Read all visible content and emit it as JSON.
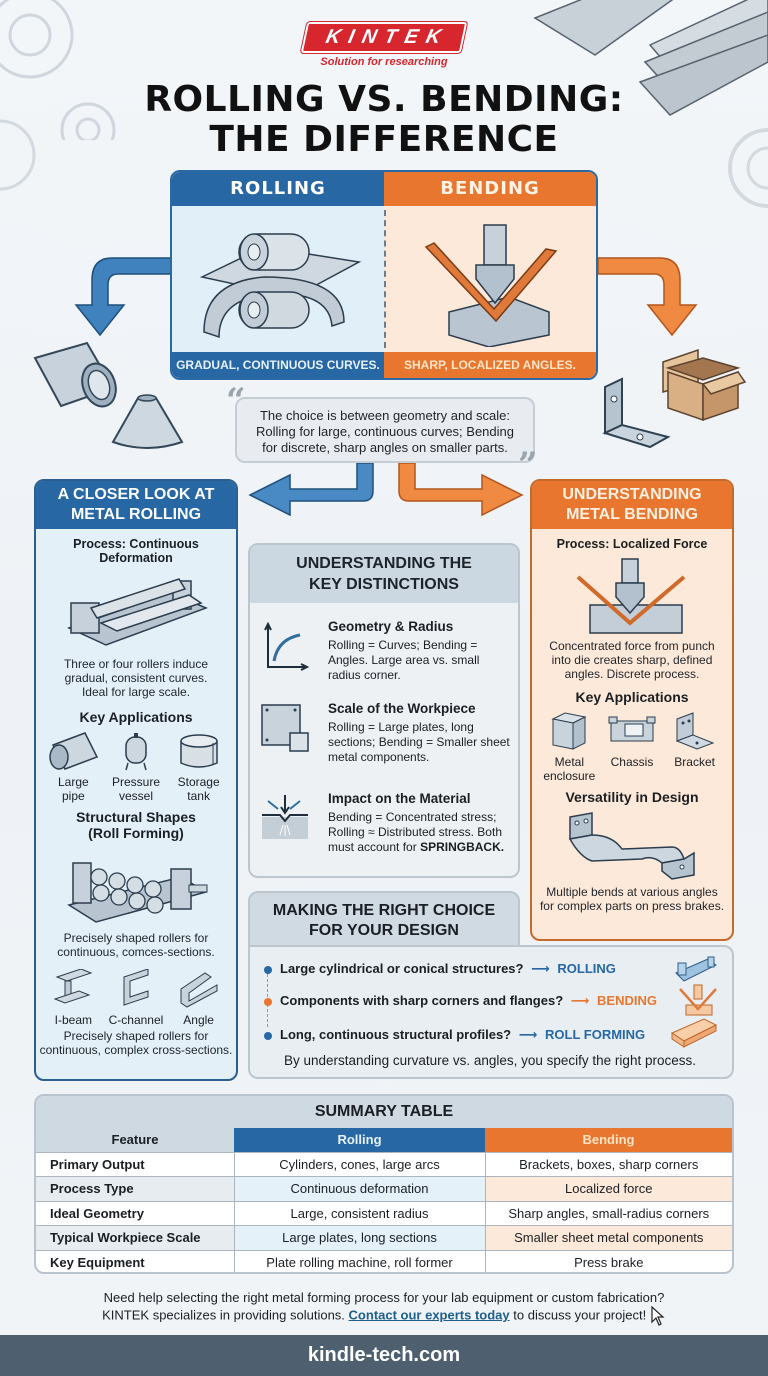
{
  "brand": {
    "logo": "KINTEK",
    "tagline": "Solution for researching",
    "accent_red": "#d7262d"
  },
  "title": {
    "line1": "ROLLING VS. BENDING:",
    "line2": "THE DIFFERENCE"
  },
  "colors": {
    "rolling_blue": "#2667a4",
    "bending_orange": "#e8762e",
    "footer_slate": "#4e6070"
  },
  "compare": {
    "rolling": {
      "label": "ROLLING",
      "caption": "GRADUAL, CONTINUOUS CURVES.",
      "icon": "rolling-rollers-icon"
    },
    "bending": {
      "label": "BENDING",
      "caption": "SHARP, LOCALIZED ANGLES.",
      "icon": "press-brake-punch-icon"
    },
    "rolling_outputs": [
      "pipe-icon",
      "cone-icon"
    ],
    "bending_outputs": [
      "bracket-icon",
      "box-icon"
    ]
  },
  "quote": {
    "open": "“",
    "close": "”",
    "line1": "The choice is between geometry and scale:",
    "line2": "Rolling for large, continuous curves; Bending",
    "line3": "for discrete, sharp angles on smaller parts."
  },
  "rolling_panel": {
    "title_line1": "A CLOSER LOOK AT",
    "title_line2": "METAL ROLLING",
    "process": "Process: Continuous Deformation",
    "process_desc": [
      "Three or four rollers induce",
      "gradual, consistent curves.",
      "Ideal for large scale."
    ],
    "apps_title": "Key Applications",
    "apps": [
      {
        "l1": "Large",
        "l2": "pipe",
        "icon": "pipe-icon"
      },
      {
        "l1": "Pressure",
        "l2": "vessel",
        "icon": "pressure-vessel-icon"
      },
      {
        "l1": "Storage",
        "l2": "tank",
        "icon": "storage-tank-icon"
      }
    ],
    "shapes_title_line1": "Structural Shapes",
    "shapes_title_line2": "(Roll Forming)",
    "shapes_desc": [
      "Precisely shaped rollers for",
      "continuous, comces-sections."
    ],
    "shapes": [
      {
        "label": "I-beam",
        "icon": "i-beam-icon"
      },
      {
        "label": "C-channel",
        "icon": "c-channel-icon"
      },
      {
        "label": "Angle",
        "icon": "angle-icon"
      }
    ],
    "shapes_foot": [
      "Precisely shaped rollers for",
      "continuous, complex cross-sections."
    ]
  },
  "distinctions": {
    "title_line1": "UNDERSTANDING THE",
    "title_line2": "KEY DISTINCTIONS",
    "items": [
      {
        "title": "Geometry & Radius",
        "desc": "Rolling = Curves; Bending = Angles. Large area vs. small radius corner.",
        "icon": "curve-graph-icon"
      },
      {
        "title": "Scale of the Workpiece",
        "desc": "Rolling = Large plates, long sections; Bending = Smaller sheet metal components.",
        "icon": "plate-scale-icon"
      },
      {
        "title": "Impact on the Material",
        "desc": "Bending = Concentrated stress; Rolling ≈ Distributed stress. Both must account for",
        "emph": "SPRINGBACK.",
        "icon": "stress-impact-icon"
      }
    ]
  },
  "bending_panel": {
    "title_line1": "UNDERSTANDING",
    "title_line2": "METAL BENDING",
    "process": "Process: Localized Force",
    "process_desc": [
      "Concentrated force from punch",
      "into die creates sharp, defined",
      "angles. Discrete process."
    ],
    "apps_title": "Key Applications",
    "apps": [
      {
        "l1": "Metal",
        "l2": "enclosure",
        "icon": "enclosure-icon"
      },
      {
        "l1": "Chassis",
        "l2": "",
        "icon": "chassis-icon"
      },
      {
        "l1": "Bracket",
        "l2": "",
        "icon": "bracket-icon"
      }
    ],
    "versatility_title": "Versatility in Design",
    "versatility_desc": [
      "Multiple bends at various angles",
      "for complex parts on press brakes."
    ]
  },
  "choice": {
    "title_line1": "MAKING THE RIGHT CHOICE",
    "title_line2": "FOR YOUR DESIGN",
    "rows": [
      {
        "q": "Large cylindrical or conical structures?",
        "arrow": "⟶",
        "a": "ROLLING",
        "color": "#2667a4"
      },
      {
        "q": "Components with sharp corners and flanges?",
        "arrow": "⟶",
        "a": "BENDING",
        "color": "#e8762e"
      },
      {
        "q": "Long, continuous structural profiles?",
        "arrow": "⟶",
        "a": "ROLL FORMING",
        "color": "#2667a4"
      }
    ],
    "footer": "By understanding curvature vs. angles, you specify the right process."
  },
  "summary": {
    "title": "SUMMARY TABLE",
    "headers": [
      "Feature",
      "Rolling",
      "Bending"
    ],
    "rows": [
      [
        "Primary Output",
        "Cylinders, cones, large arcs",
        "Brackets, boxes, sharp corners"
      ],
      [
        "Process Type",
        "Continuous deformation",
        "Localized force"
      ],
      [
        "Ideal Geometry",
        "Large, consistent radius",
        "Sharp angles, small-radius corners"
      ],
      [
        "Typical Workpiece Scale",
        "Large plates, long sections",
        "Smaller sheet metal components"
      ],
      [
        "Key Equipment",
        "Plate rolling machine, roll former",
        "Press brake"
      ]
    ]
  },
  "cta": {
    "line1": "Need help selecting the right metal forming process for your lab equipment or custom fabrication?",
    "line2_pre": "KINTEK specializes in providing solutions.",
    "link": "Contact our experts today",
    "line2_post": "to discuss your project!"
  },
  "footer": {
    "site": "kindle-tech.com"
  }
}
